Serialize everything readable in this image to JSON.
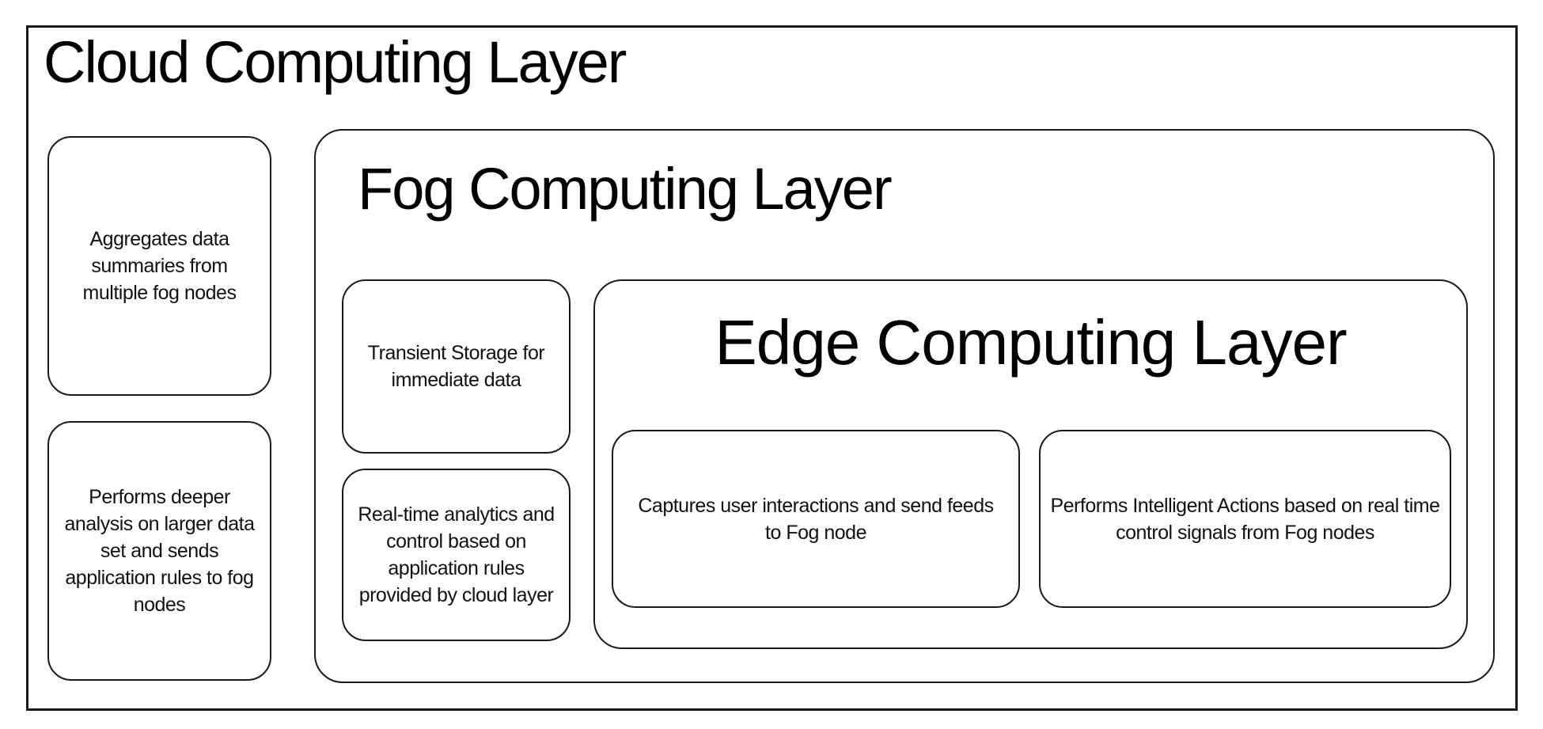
{
  "colors": {
    "background": "#ffffff",
    "border": "#1a1a1a",
    "text": "#000000"
  },
  "cloud": {
    "title": "Cloud Computing Layer",
    "notes": [
      "Aggregates data summaries from multiple fog nodes",
      "Performs deeper analysis on larger data set and sends application rules to fog nodes"
    ]
  },
  "fog": {
    "title": "Fog Computing Layer",
    "notes": [
      "Transient Storage for immediate data",
      "Real-time analytics and control based on application rules provided by cloud layer"
    ]
  },
  "edge": {
    "title": "Edge Computing Layer",
    "notes": [
      "Captures user interactions and send feeds to Fog node",
      "Performs Intelligent Actions based on real time control signals from Fog nodes"
    ]
  }
}
